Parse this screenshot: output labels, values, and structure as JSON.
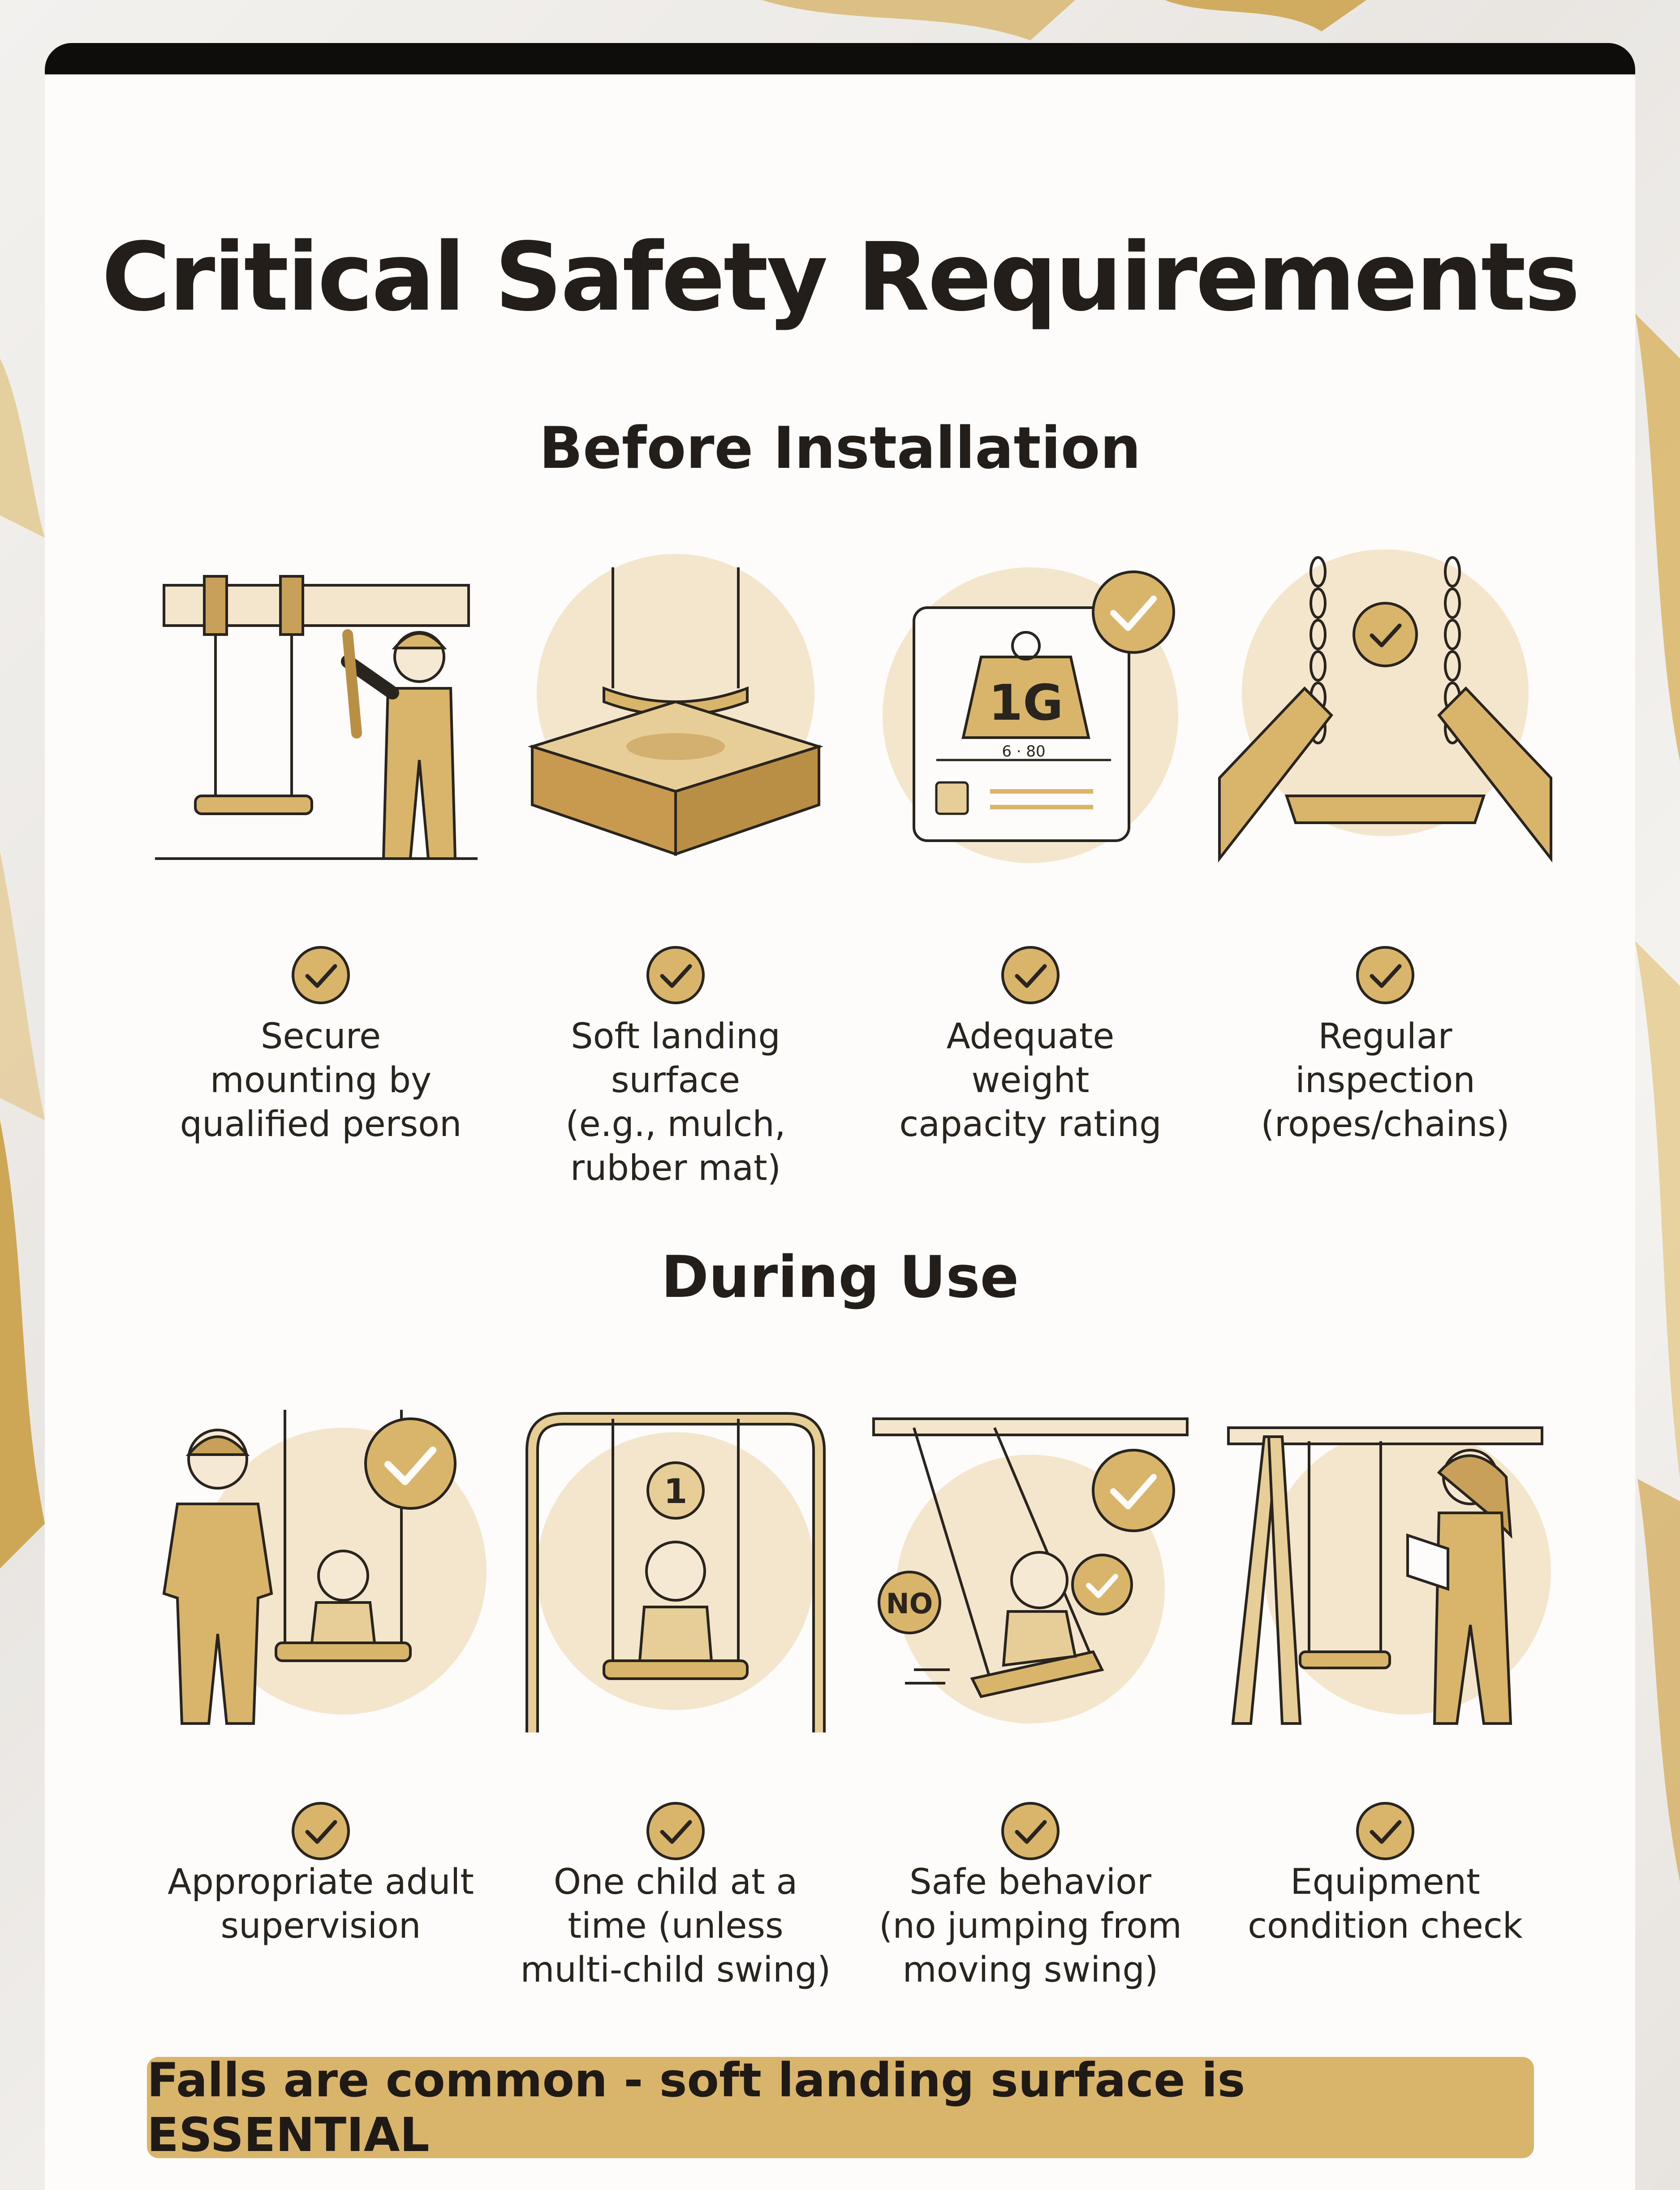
{
  "title": "Critical Safety Requirements",
  "sections": [
    {
      "heading": "Before Installation",
      "items": [
        {
          "caption": "Secure\nmounting by\nqualified person",
          "icon": "worker-mounting-swing-icon"
        },
        {
          "caption": "Soft landing\nsurface\n(e.g., mulch,\nrubber mat)",
          "icon": "soft-landing-surface-icon"
        },
        {
          "caption": "Adequate\nweight\ncapacity rating",
          "icon": "weight-capacity-label-icon",
          "weight_label": "1G",
          "measure_label": "6 · 80"
        },
        {
          "caption": "Regular\ninspection\n(ropes/chains)",
          "icon": "chain-inspection-icon"
        }
      ]
    },
    {
      "heading": "During Use",
      "items": [
        {
          "caption": "Appropriate adult\nsupervision",
          "icon": "adult-supervision-icon"
        },
        {
          "caption": "One child at a\ntime (unless\nmulti-child swing)",
          "icon": "one-child-icon",
          "badge": "1"
        },
        {
          "caption": "Safe behavior\n(no jumping from\nmoving swing)",
          "icon": "safe-behavior-icon",
          "badge": "NO"
        },
        {
          "caption": "Equipment\ncondition check",
          "icon": "equipment-check-icon"
        }
      ]
    }
  ],
  "banner": "Falls are common - soft landing surface is ESSENTIAL",
  "colors": {
    "gold": "#d9b56c",
    "gold_dark": "#b98e45",
    "tan_light": "#f3e6cc",
    "ink": "#2a241f",
    "card": "#fdfcfa",
    "top_bar": "#0f0d0c"
  }
}
